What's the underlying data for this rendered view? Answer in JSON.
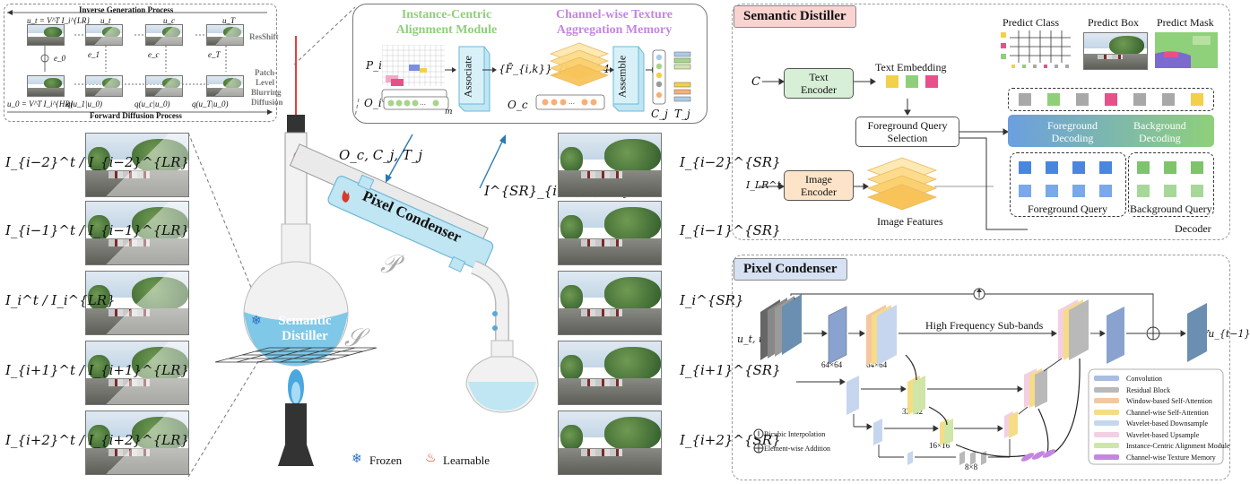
{
  "left": {
    "inverse_title": "Inverse Generation Process",
    "forward_title": "Forward Diffusion Process",
    "resshift": "ResShift",
    "patch_blur": [
      "Patch-",
      "Level",
      "Blurring",
      "Diffusion"
    ],
    "eq_top": "u_t = V^T I_i^{LR}",
    "eq_bottom": "u_0 = V^T I_i^{HR}",
    "top_row_labels": [
      "u_t",
      "u_c",
      "u_T"
    ],
    "e_labels": [
      "e_0",
      "e_1",
      "e_c",
      "e_T"
    ],
    "q_labels": [
      "q(u_1|u_0)",
      "q(u_c|u_0)",
      "q(u_T|u_0)"
    ],
    "input_labels": [
      "I_{i−2}^t / I_{i−2}^{LR}",
      "I_{i−1}^t / I_{i−1}^{LR}",
      "I_i^t / I_i^{LR}",
      "I_{i+1}^t / I_{i+1}^{LR}",
      "I_{i+2}^t / I_{i+2}^{LR}"
    ]
  },
  "middle": {
    "icam_title": "Instance-Centric Alignment Module",
    "cwtam_title": "Channel-wise Texture Aggregation Memory",
    "associate": "Associate",
    "assemble": "Assemble",
    "p_i": "P_i",
    "o_i": "O_i",
    "o_c": "O_c",
    "c_j": "C_j",
    "t_j": "T_j",
    "f_set": "{F̄_{i,k}}_{k=1}^4",
    "m_label": "m",
    "flow_in": "O_c, C_j, T_j",
    "flow_out": "I^{SR}_{i−2,…,i+2}",
    "condenser_label": "Pixel Condenser",
    "semantic_label": [
      "Semantic",
      "Distiller"
    ],
    "script_s": "𝒮",
    "script_p": "𝒫",
    "frozen": "Frozen",
    "learnable": "Learnable",
    "output_labels": [
      "I_{i−2}^{SR}",
      "I_{i−1}^{SR}",
      "I_i^{SR}",
      "I_{i+1}^{SR}",
      "I_{i+2}^{SR}"
    ]
  },
  "semantic_distiller": {
    "title": "Semantic Distiller",
    "c_input": "C",
    "text_encoder": [
      "Text",
      "Encoder"
    ],
    "text_embedding": "Text Embedding",
    "fg_query_sel": [
      "Foreground Query",
      "Selection"
    ],
    "lr_input": "I_LR^t",
    "image_encoder": [
      "Image",
      "Encoder"
    ],
    "image_features": "Image Features",
    "fg_decoding": [
      "Foreground",
      "Decoding"
    ],
    "bg_decoding": [
      "Background",
      "Decoding"
    ],
    "fg_query": "Foreground Query",
    "bg_query": "Background Query",
    "decoder": "Decoder",
    "predict_class": "Predict Class",
    "predict_box": "Predict Box",
    "predict_mask": "Predict Mask",
    "embedding_colors": [
      "#f2d04a",
      "#8fcf7a",
      "#e8508a"
    ],
    "query_colors": [
      "#a8a8a8",
      "#8fcf7a",
      "#a8a8a8",
      "#e8508a",
      "#a8a8a8",
      "#a8a8a8",
      "#f2d04a"
    ]
  },
  "pixel_condenser": {
    "title": "Pixel Condenser",
    "input": "u_t, u_l",
    "output": "Vu_{t−1}",
    "hf": "High Frequency Sub-bands",
    "sizes": [
      "64×64",
      "64×64",
      "32×32",
      "16×16",
      "8×8"
    ],
    "bicubic": "Bicubic Interpolation",
    "addition": "Element-wise Addition",
    "legend": [
      {
        "label": "Convolution",
        "color": "#a9bedf"
      },
      {
        "label": "Residual Block",
        "color": "#b9b9b9"
      },
      {
        "label": "Window-based Self-Attention",
        "color": "#f4c7a0"
      },
      {
        "label": "Channel-wise Self-Attention",
        "color": "#f6dc86"
      },
      {
        "label": "Wavelet-based Downsample",
        "color": "#c6d6ee"
      },
      {
        "label": "Wavelet-based Upsample",
        "color": "#f3cfe3"
      },
      {
        "label": "Instance-Centric Alignment Module",
        "color": "#cfe6a8"
      },
      {
        "label": "Channel-wise Texture Memory",
        "color": "#c486e0"
      }
    ]
  }
}
